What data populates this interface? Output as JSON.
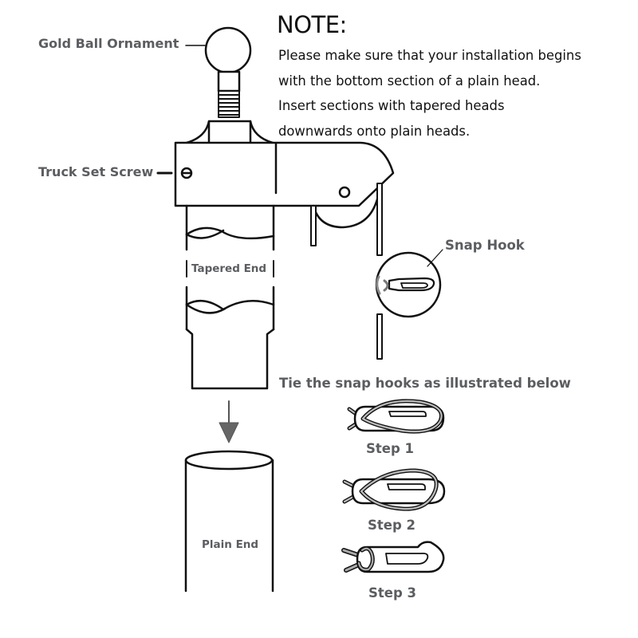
{
  "note": {
    "title": "NOTE:",
    "lines": [
      "Please make sure that your installation begins",
      "with the bottom section of a plain head.",
      "Insert sections with tapered heads",
      "downwards onto plain heads."
    ]
  },
  "callouts": {
    "gold_ball": "Gold Ball Ornament",
    "truck_set_screw": "Truck Set Screw",
    "tapered_end": "Tapered End",
    "snap_hook": "Snap Hook",
    "plain_end": "Plain End"
  },
  "instructions": {
    "heading": "Tie the snap hooks as illustrated below",
    "steps": [
      "Step 1",
      "Step 2",
      "Step 3"
    ]
  },
  "colors": {
    "line": "#111111",
    "label": "#5b5d60",
    "rope": "#b9b9b4",
    "arrow": "#666666"
  }
}
